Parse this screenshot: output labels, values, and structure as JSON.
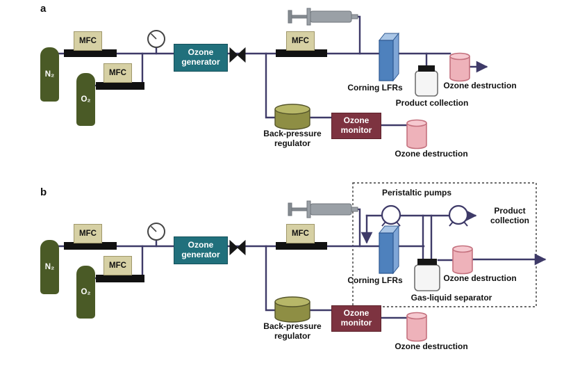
{
  "figure": {
    "panel_a_label": "a",
    "panel_b_label": "b"
  },
  "labels": {
    "n2": "N₂",
    "o2": "O₂",
    "mfc": "MFC",
    "ozone_generator": "Ozone generator",
    "corning_lfrs": "Corning LFRs",
    "product_collection": "Product collection",
    "ozone_destruction": "Ozone destruction",
    "back_pressure_regulator": "Back-pressure regulator",
    "ozone_monitor": "Ozone monitor",
    "peristaltic_pumps": "Peristaltic pumps",
    "gas_liquid_separator": "Gas-liquid separator"
  },
  "colors": {
    "line": "#3e3a68",
    "cylinder-green": "#4a5a26",
    "mfc-beige": "#d6d0a4",
    "bar-black": "#111111",
    "generator-teal": "#21707c",
    "monitor-maroon": "#7d3340",
    "destruction-pink": "#eeb2ba",
    "destruction-pink-stroke": "#c4717e",
    "lfr-blue": "#4e81bd",
    "regulator-olive": "#8e8e44",
    "text": "#111111"
  }
}
